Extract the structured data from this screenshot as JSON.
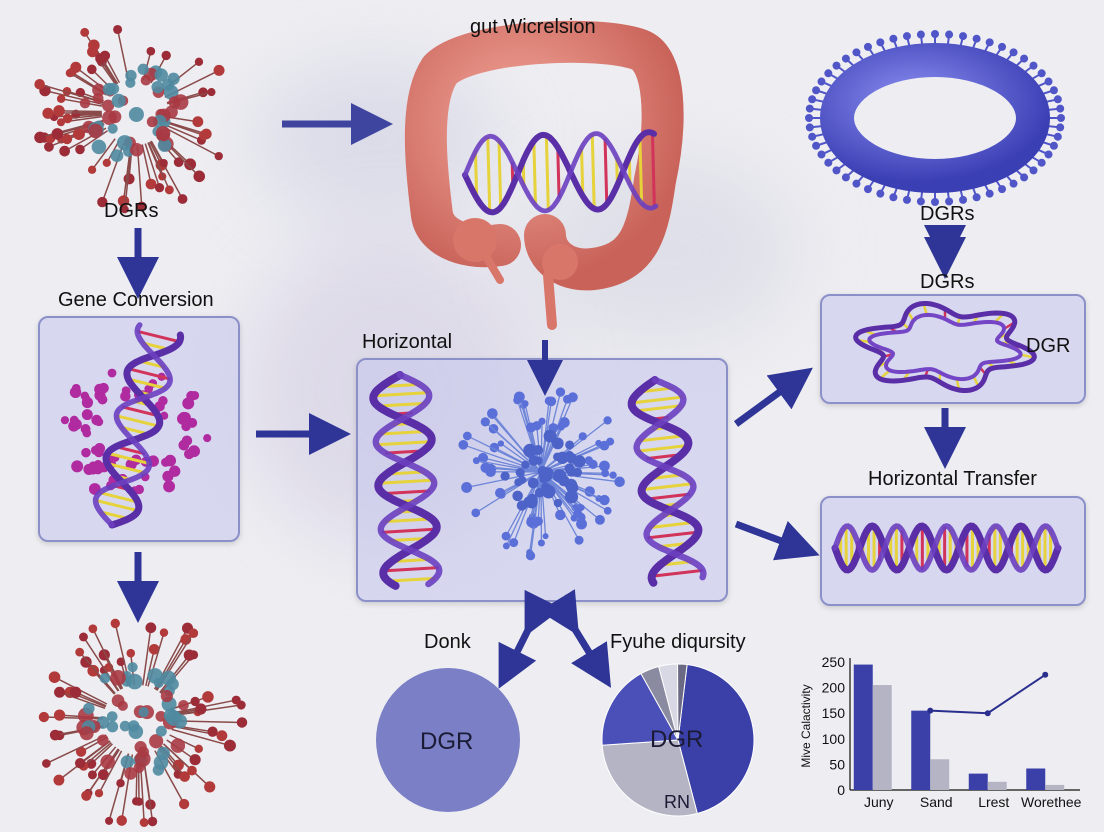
{
  "labels": {
    "gut_title": "gut Wicrelsion",
    "dgrs_top_left": "DGRs",
    "gene_conversion": "Gene Conversion",
    "horizontal": "Horizontal",
    "dgrs_top_right": "DGRs",
    "dgrs_mid_right": "DGRs",
    "dgr_panel": "DGR",
    "horizontal_transfer": "Horizontal Transfer",
    "donk": "Donk",
    "fyuhe_diversity": "Fyuhe diqursity",
    "pie1_center": "DGR",
    "pie2_center": "DGR",
    "pie2_rn": "RN"
  },
  "colors": {
    "arrow": "#2e3596",
    "helix": "#5a2ea6",
    "rung_yellow": "#e6d23a",
    "rung_red": "#d2335a",
    "gut": "#e07f70",
    "panel_fill": "#c4c6ec",
    "pie1": "#7b80c6",
    "pie_dark": "#3a40a8",
    "pie_gray": "#b4b4c4"
  },
  "chart_data": [
    {
      "type": "pie",
      "title": "Donk",
      "values": [
        100
      ],
      "center_label": "DGR"
    },
    {
      "type": "pie",
      "title": "Fyuhe diqursity",
      "values": [
        44,
        28,
        18,
        4,
        4,
        2
      ],
      "center_label": "DGR",
      "slice_label": "RN"
    },
    {
      "type": "bar",
      "ylabel": "Mive Calactivity",
      "ylim": [
        0,
        250
      ],
      "yticks": [
        0,
        50,
        100,
        150,
        200,
        250
      ],
      "categories": [
        "Juny",
        "Sand",
        "Lrest",
        "Worethee"
      ],
      "series": [
        {
          "values": [
            245,
            155,
            32,
            42
          ]
        },
        {
          "values": [
            205,
            60,
            16,
            10
          ]
        }
      ],
      "line": {
        "points": [
          [
            "Sand",
            155
          ],
          [
            "Lrest",
            150
          ],
          [
            "Worethee",
            225
          ]
        ]
      }
    }
  ]
}
